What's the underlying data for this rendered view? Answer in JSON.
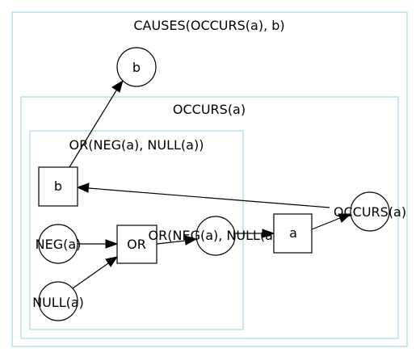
{
  "clusters": {
    "causes": {
      "label": "CAUSES(OCCURS(a), b)"
    },
    "occurs": {
      "label": "OCCURS(a)"
    },
    "or": {
      "label": "OR(NEG(a), NULL(a))"
    }
  },
  "nodes": {
    "b_outer": {
      "label": "b",
      "shape": "circle"
    },
    "b_inner": {
      "label": "b",
      "shape": "box"
    },
    "neg": {
      "label": "NEG(a)",
      "shape": "circle"
    },
    "null": {
      "label": "NULL(a)",
      "shape": "circle"
    },
    "or_box": {
      "label": "OR",
      "shape": "box"
    },
    "or_circle": {
      "label": "OR(NEG(a), NULL(a))",
      "shape": "circle"
    },
    "a_box": {
      "label": "a",
      "shape": "box"
    },
    "occurs_circle": {
      "label": "OCCURS(a)",
      "shape": "circle"
    }
  },
  "edges": [
    {
      "from": "b_inner",
      "to": "b_outer"
    },
    {
      "from": "occurs_circle",
      "to": "b_inner"
    },
    {
      "from": "neg",
      "to": "or_box"
    },
    {
      "from": "null",
      "to": "or_box"
    },
    {
      "from": "or_box",
      "to": "or_circle"
    },
    {
      "from": "or_circle",
      "to": "a_box"
    },
    {
      "from": "a_box",
      "to": "occurs_circle"
    }
  ],
  "colors": {
    "cluster_border": "#add8e6",
    "node_border": "#000000",
    "edge": "#000000",
    "background": "#ffffff"
  }
}
